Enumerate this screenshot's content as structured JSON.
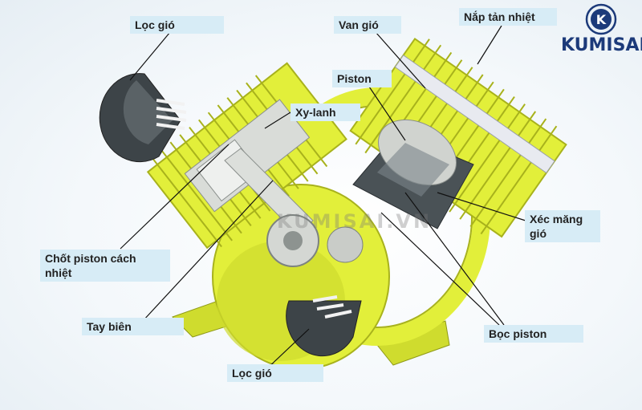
{
  "brand": {
    "name": "KUMISAI",
    "logo_letter": "K"
  },
  "watermark": "KUMISAI.VN",
  "colors": {
    "body_yellow": "#e2ef3a",
    "body_shadow": "#a8b21c",
    "grey_part": "#c9ccc8",
    "dark_part": "#4a5256",
    "label_bg": "#d7ecf6",
    "leader_line": "#111111",
    "logo_blue": "#1c3a7a"
  },
  "labels": {
    "loc_gio_top": "Lọc gió",
    "van_gio": "Van gió",
    "nap_tan_nhiet": "Nắp tản nhiệt",
    "piston": "Piston",
    "xy_lanh": "Xy-lanh",
    "xec_mang_gio": "Xéc măng gió",
    "chot_piston": "Chốt piston cách nhiệt",
    "tay_bien": "Tay biên",
    "boc_piston": "Bọc piston",
    "loc_gio_bottom": "Lọc gió"
  }
}
